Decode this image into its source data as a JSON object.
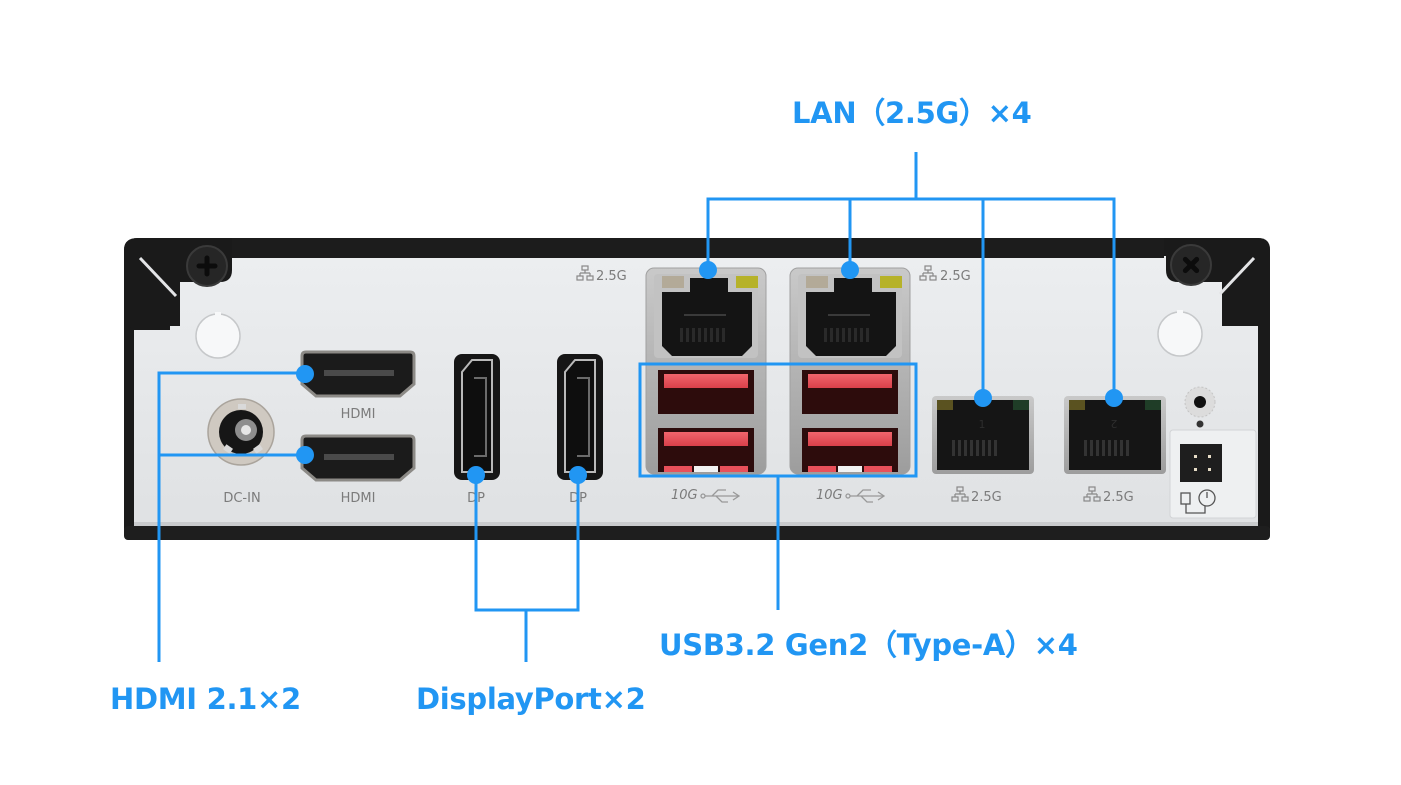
{
  "colors": {
    "accent": "#2196f3",
    "panel": "#e4e5e7",
    "chassis": "#1c1c1c",
    "usb_insert": "#e8505a"
  },
  "callouts": {
    "lan": {
      "label": "LAN（2.5G）×4"
    },
    "usb": {
      "label": "USB3.2 Gen2（Type-A）×4"
    },
    "hdmi": {
      "label": "HDMI 2.1×2"
    },
    "displayport": {
      "label": "DisplayPort×2"
    }
  },
  "panel_labels": {
    "dc_in": "DC-IN",
    "hdmi_top": "HDMI",
    "hdmi_bottom": "HDMI",
    "dp_1": "DP",
    "dp_2": "DP",
    "usb_speed_1": "10G",
    "usb_speed_2": "10G",
    "lan_top_left": "2.5G",
    "lan_top_right": "2.5G",
    "lan_bottom_1": "2.5G",
    "lan_bottom_2": "2.5G",
    "lan_port_num_1": "1",
    "lan_port_num_2": "2"
  },
  "icons": {
    "network": "network-icon",
    "usb": "usb-trident-icon",
    "power": "power-icon",
    "screw": "phillips-screw-icon"
  }
}
